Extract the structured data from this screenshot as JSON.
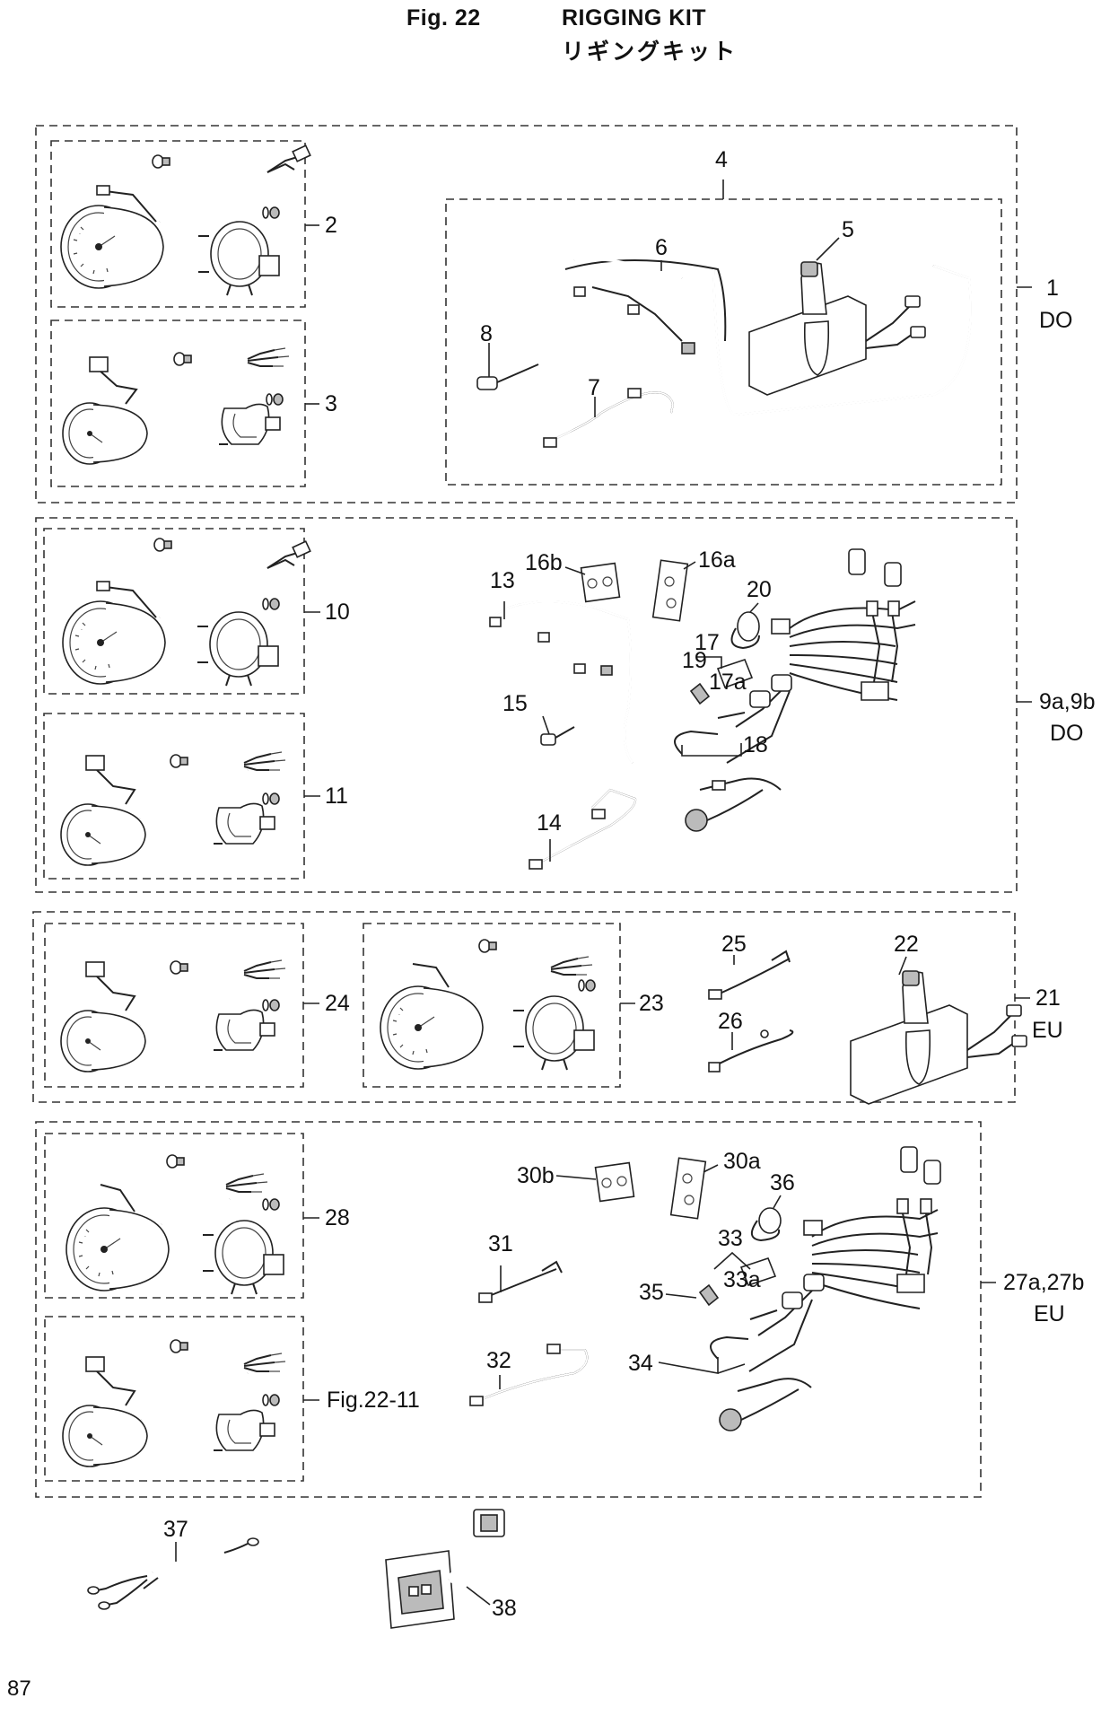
{
  "header": {
    "fig_label": "Fig. 22",
    "title": "RIGGING KIT",
    "title_jp": "リギングキット"
  },
  "groups": {
    "g1": {
      "number": "1",
      "region": "DO"
    },
    "g9": {
      "number": "9a,9b",
      "region": "DO"
    },
    "g21": {
      "number": "21",
      "region": "EU"
    },
    "g27": {
      "number": "27a,27b",
      "region": "EU"
    }
  },
  "labels": {
    "l2": "2",
    "l3": "3",
    "l4": "4",
    "l5": "5",
    "l6": "6",
    "l7": "7",
    "l8": "8",
    "l10": "10",
    "l11": "11",
    "l13": "13",
    "l14": "14",
    "l15": "15",
    "l16a": "16a",
    "l16b": "16b",
    "l17": "17",
    "l17a": "17a",
    "l18": "18",
    "l19": "19",
    "l20": "20",
    "l22": "22",
    "l23": "23",
    "l24": "24",
    "l25": "25",
    "l26": "26",
    "l28": "28",
    "lfig": "Fig.22-11",
    "l30a": "30a",
    "l30b": "30b",
    "l31": "31",
    "l32": "32",
    "l33": "33",
    "l33a": "33a",
    "l34": "34",
    "l35": "35",
    "l36": "36",
    "l37": "37",
    "l38": "38"
  },
  "footer": {
    "page_number": "87"
  }
}
